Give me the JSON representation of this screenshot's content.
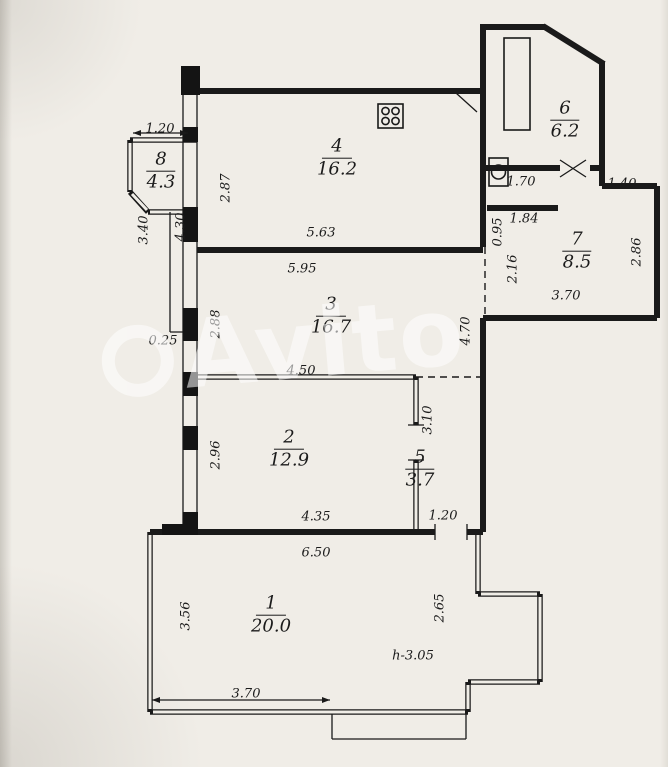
{
  "watermark": {
    "text": "Avito"
  },
  "rooms": {
    "r1": {
      "number": "1",
      "area": "20.0"
    },
    "r2": {
      "number": "2",
      "area": "12.9"
    },
    "r3": {
      "number": "3",
      "area": "16.7"
    },
    "r4": {
      "number": "4",
      "area": "16.2"
    },
    "r5": {
      "number": "5",
      "area": "3.7"
    },
    "r6": {
      "number": "6",
      "area": "6.2"
    },
    "r7": {
      "number": "7",
      "area": "8.5"
    },
    "r8": {
      "number": "8",
      "area": "4.3"
    }
  },
  "dimensions": {
    "room8_width": "1.20",
    "room4_left_height": "2.87",
    "balcony_left_upper": "4.30",
    "balcony_left_outer": "3.40",
    "room4_bottom_width": "5.63",
    "room3_top_width": "5.95",
    "wall_thickness": "0.25",
    "room3_left_height": "2.88",
    "room3_bottom_width": "4.50",
    "room2_left_height": "2.96",
    "room2_bottom_width": "4.35",
    "room5_height": "3.10",
    "room5_door_width": "1.20",
    "room1_top_width": "6.50",
    "room1_left_height": "3.56",
    "room1_right_height": "2.65",
    "ceiling_height": "h-3.05",
    "room1_bottom_width": "3.70",
    "hall_height": "4.70",
    "room6_door": "1.70",
    "hall_width": "1.84",
    "hall_left_height": "0.95",
    "room7_left_height": "2.16",
    "room7_bottom_width": "3.70",
    "room7_right_height": "2.86",
    "room7_top_width": "1.40"
  }
}
